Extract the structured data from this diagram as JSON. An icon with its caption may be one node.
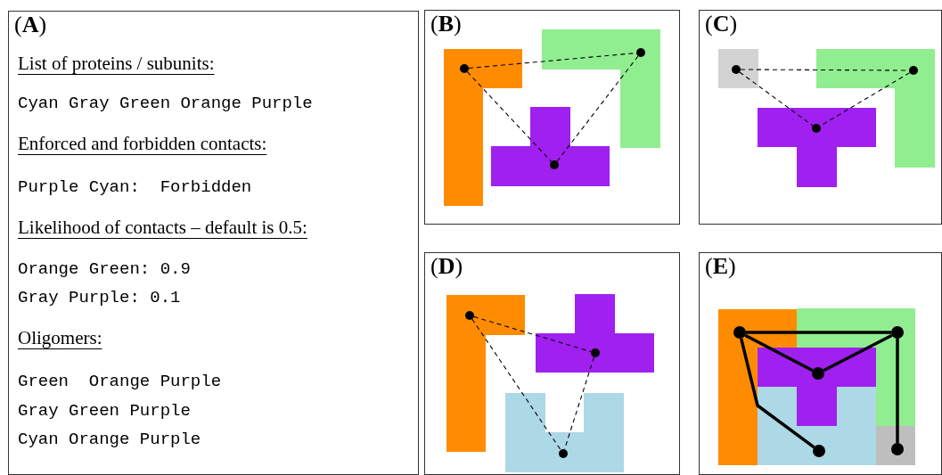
{
  "diagram": {
    "nodes": [
      {
        "text": [
          "(**A**)",
          "List of proteins / subunits:",
          "Cyan Gray Green Orange Purple",
          "Enforced and forbidden contacts:",
          "Purple Cyan:  Forbidden",
          "Likelihood of contacts – default is 0.5:",
          "Orange Green: 0.9",
          "Gray Purple: 0.1",
          "Oligomers:",
          "Green  Orange Purple",
          "Gray Green Purple",
          "Cyan Orange Purple"
        ]
      },
      {
        "text": [
          "(**B**)"
        ]
      },
      {
        "text": [],
        "shape": "polygon",
        "in": 1
      },
      {
        "text": [],
        "shape": "polygon",
        "in": 1
      },
      {
        "text": [],
        "shape": "polygon",
        "in": 1
      },
      {
        "text": [],
        "shape": "circle",
        "in": 2
      },
      {
        "text": [],
        "shape": "circle",
        "in": 3
      },
      {
        "text": [],
        "shape": "circle",
        "in": 4
      },
      {
        "text": [
          "(**C**)"
        ]
      },
      {
        "text": [],
        "shape": "box",
        "in": 8
      },
      {
        "text": [],
        "shape": "polygon",
        "in": 8
      },
      {
        "text": [],
        "shape": "polygon",
        "in": 8
      },
      {
        "text": [],
        "shape": "circle",
        "in": 9
      },
      {
        "text": [],
        "shape": "circle",
        "in": 10
      },
      {
        "text": [],
        "shape": "circle",
        "in": 11
      },
      {
        "text": [
          "(**D**)"
        ]
      },
      {
        "text": [],
        "shape": "polygon",
        "in": 15
      },
      {
        "text": [],
        "shape": "polygon",
        "in": 15
      },
      {
        "text": [],
        "shape": "polygon",
        "in": 15
      },
      {
        "text": [],
        "shape": "circle",
        "in": 16
      },
      {
        "text": [],
        "shape": "circle",
        "in": 17
      },
      {
        "text": [],
        "shape": "circle",
        "in": 18
      },
      {
        "text": [
          "(**E**)"
        ]
      },
      {
        "text": [],
        "shape": "polygon",
        "in": 22
      },
      {
        "text": [],
        "shape": "polygon",
        "in": 22
      },
      {
        "text": [],
        "shape": "polygon",
        "in": 22
      },
      {
        "text": [],
        "shape": "polygon",
        "in": 22
      },
      {
        "text": [],
        "shape": "box",
        "in": 22
      },
      {
        "text": [],
        "shape": "circle",
        "in": 23
      },
      {
        "text": [],
        "shape": "circle",
        "in": 24
      },
      {
        "text": [],
        "shape": "circle",
        "in": 25
      },
      {
        "text": [],
        "shape": "circle",
        "in": 26
      },
      {
        "text": [],
        "shape": "circle",
        "in": 27
      }
    ],
    "edges": [
      {
        "from": 5,
        "to": 6,
        "arrow": "none",
        "style": "dashed"
      },
      {
        "from": 5,
        "to": 7,
        "arrow": "none",
        "style": "dashed"
      },
      {
        "from": 6,
        "to": 7,
        "arrow": "none",
        "style": "dashed"
      },
      {
        "from": 12,
        "to": 13,
        "arrow": "none",
        "style": "dashed"
      },
      {
        "from": 12,
        "to": 14,
        "arrow": "none",
        "style": "dashed"
      },
      {
        "from": 13,
        "to": 14,
        "arrow": "none",
        "style": "dashed"
      },
      {
        "from": 19,
        "to": 20,
        "arrow": "none",
        "style": "dashed"
      },
      {
        "from": 19,
        "to": 21,
        "arrow": "none",
        "style": "dashed"
      },
      {
        "from": 20,
        "to": 21,
        "arrow": "none",
        "style": "dashed"
      },
      {
        "from": 28,
        "to": 29,
        "arrow": "none",
        "style": "thick"
      },
      {
        "from": 28,
        "to": 30,
        "arrow": "none",
        "style": "thick"
      },
      {
        "from": 29,
        "to": 30,
        "arrow": "none",
        "style": "thick"
      },
      {
        "from": 28,
        "to": 31,
        "arrow": "none",
        "style": "thick"
      },
      {
        "from": 29,
        "to": 32,
        "arrow": "none",
        "style": "thick"
      }
    ]
  }
}
